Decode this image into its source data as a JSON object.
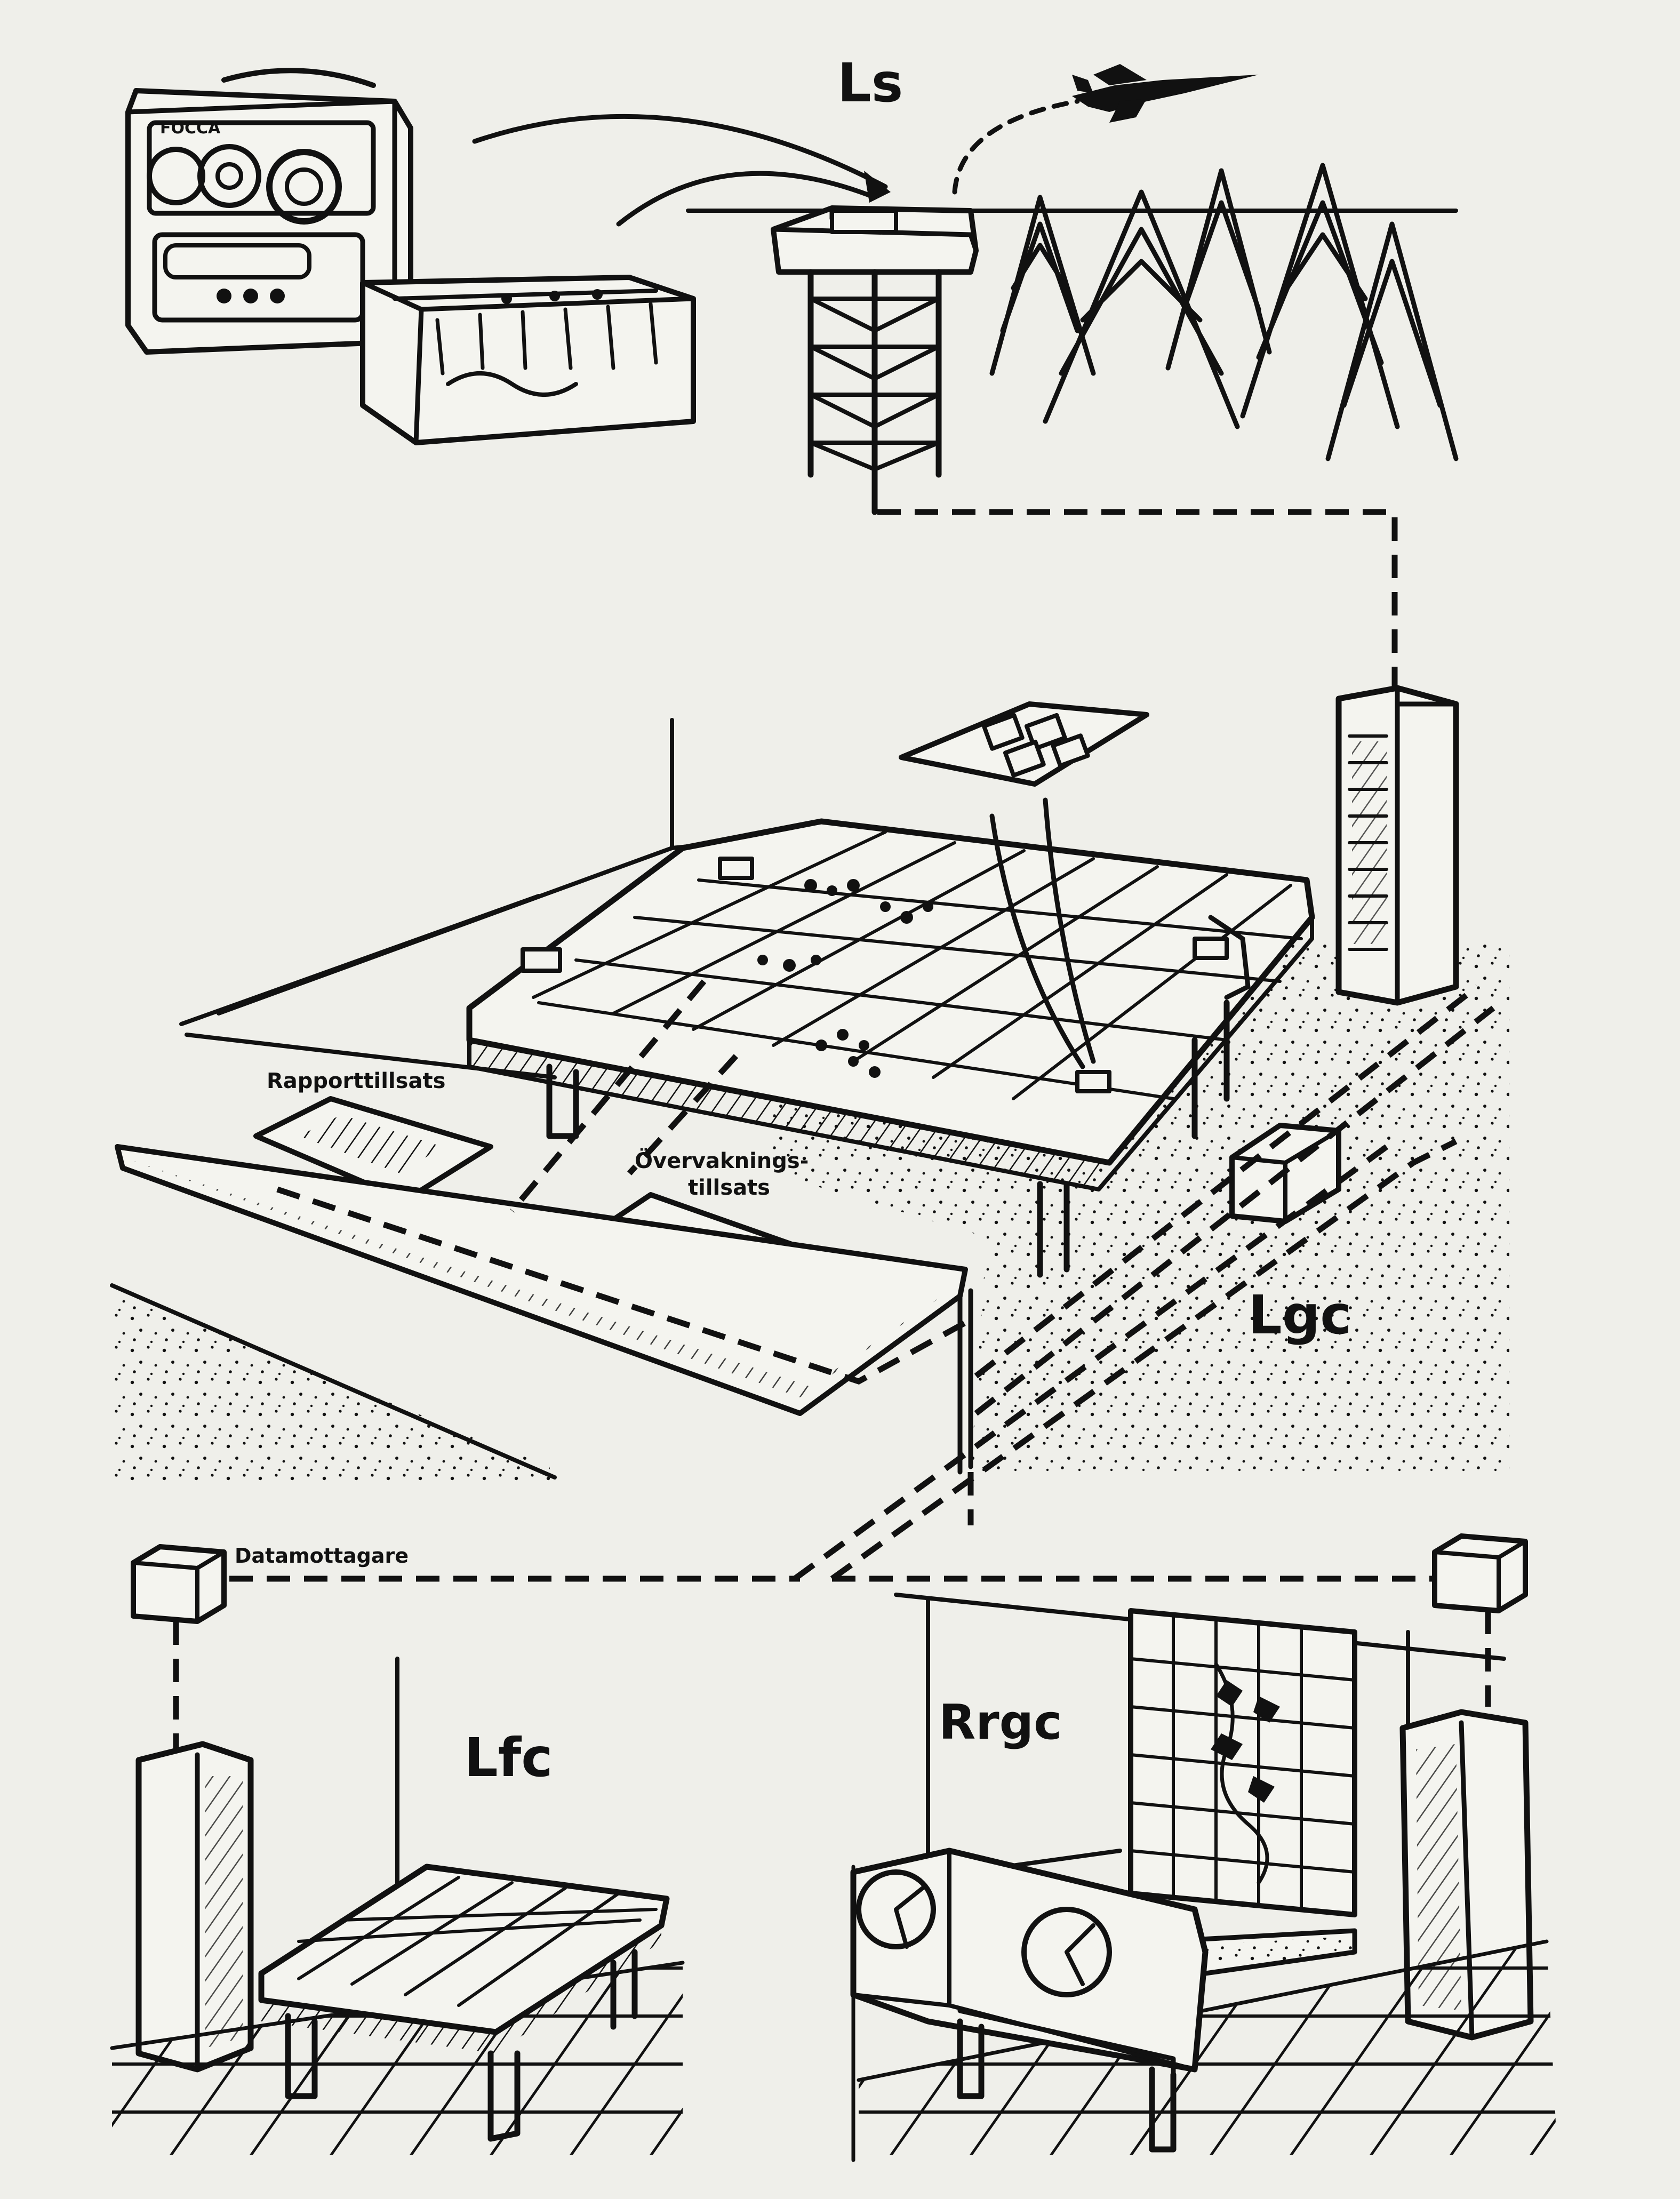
{
  "labels": {
    "ls": "Ls",
    "lgc": "Lgc",
    "lfc": "Lfc",
    "rrgc": "Rrgc",
    "rapport": "Rapporttillsats",
    "overvakning_line1": "Övervaknings-",
    "overvakning_line2": "tillsats",
    "datamottagare": "Datamottagare"
  },
  "colors": {
    "ink": "#111111",
    "paper": "#efefea"
  }
}
